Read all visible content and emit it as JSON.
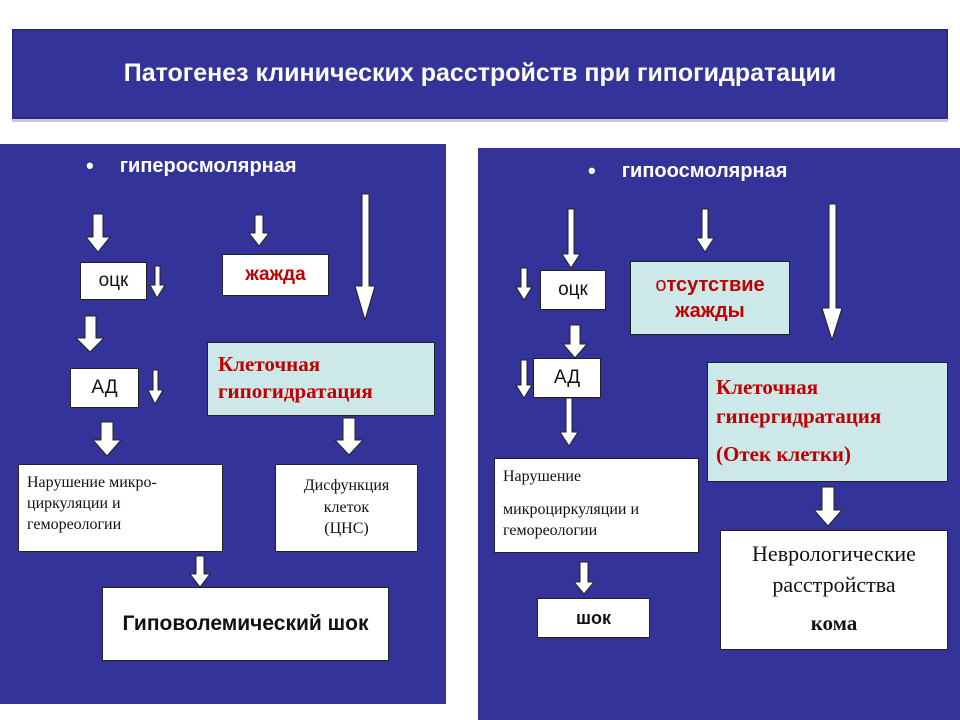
{
  "title": "Патогенез клинических расстройств  при гипогидратации",
  "left": {
    "heading": "гиперосмолярная",
    "bullet": "•",
    "ock": "оцк",
    "ad": "АД",
    "thirst": "жажда",
    "cell": "Клеточная гипогидратация",
    "micro": "Нарушение микро-циркуляции и гемореологии",
    "dysfunction_line1": "Дисфункция",
    "dysfunction_line2": "клеток",
    "dysfunction_line3": "(ЦНС)",
    "shock": "Гиповолемический шок"
  },
  "right": {
    "heading": "гипоосмолярная",
    "bullet": "•",
    "ock": "оцк",
    "ad": "АД",
    "no_thirst_first": "о",
    "no_thirst_rest": "тсутствие жажды",
    "cell": "Клеточная гипергидратация",
    "edema": "(Отек клетки)",
    "micro_line1": "Нарушение",
    "micro_line2": "микроциркуляции и гемореологии",
    "shock": "шок",
    "neuro": "Неврологические расстройства",
    "coma": "кома"
  }
}
